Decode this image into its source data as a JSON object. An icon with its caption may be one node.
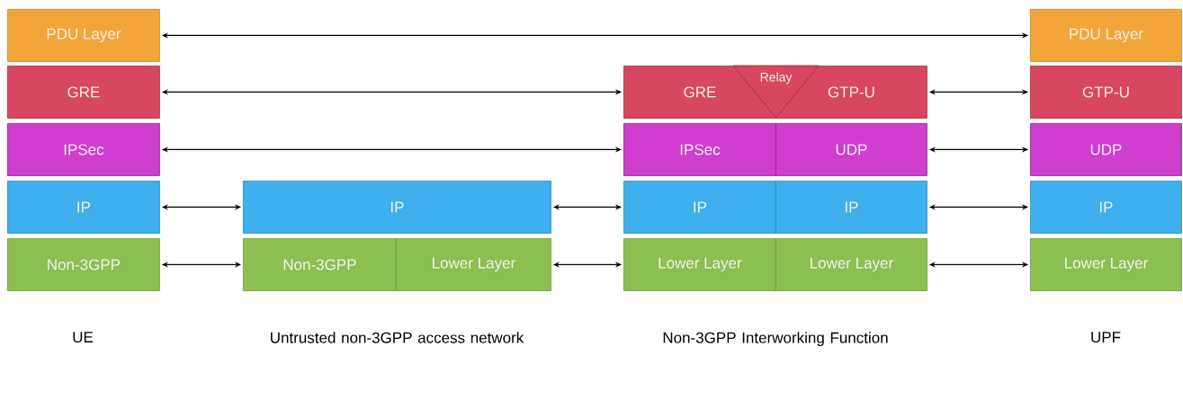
{
  "diagram": {
    "nodes": [
      {
        "text": [
          "PDU Layer"
        ]
      },
      {
        "text": [
          "GRE"
        ]
      },
      {
        "text": [
          "IPSec"
        ]
      },
      {
        "text": [
          "IP"
        ]
      },
      {
        "text": [
          "Non-3GPP"
        ]
      },
      {
        "text": [
          "IP"
        ]
      },
      {
        "text": [
          "Non-3GPP"
        ]
      },
      {
        "text": [
          "Lower Layer"
        ]
      },
      {
        "text": [
          "GRE"
        ]
      },
      {
        "text": [
          "GTP-U"
        ]
      },
      {
        "text": [
          "Relay"
        ]
      },
      {
        "text": [
          "IPSec"
        ]
      },
      {
        "text": [
          "UDP"
        ]
      },
      {
        "text": [
          "IP"
        ]
      },
      {
        "text": [
          "IP"
        ]
      },
      {
        "text": [
          "Lower Layer"
        ]
      },
      {
        "text": [
          "Lower Layer"
        ]
      },
      {
        "text": [
          "PDU Layer"
        ]
      },
      {
        "text": [
          "GTP-U"
        ]
      },
      {
        "text": [
          "UDP"
        ]
      },
      {
        "text": [
          "IP"
        ]
      },
      {
        "text": [
          "Lower Layer"
        ]
      }
    ],
    "edges": [
      {
        "from": 0,
        "to": 17,
        "arrow": "both"
      },
      {
        "from": 1,
        "to": 8,
        "arrow": "both"
      },
      {
        "from": 9,
        "to": 18,
        "arrow": "both"
      },
      {
        "from": 2,
        "to": 11,
        "arrow": "both"
      },
      {
        "from": 12,
        "to": 19,
        "arrow": "both"
      },
      {
        "from": 3,
        "to": 5,
        "arrow": "both"
      },
      {
        "from": 5,
        "to": 13,
        "arrow": "both"
      },
      {
        "from": 14,
        "to": 20,
        "arrow": "both"
      },
      {
        "from": 4,
        "to": 6,
        "arrow": "both"
      },
      {
        "from": 7,
        "to": 15,
        "arrow": "both"
      },
      {
        "from": 16,
        "to": 21,
        "arrow": "both"
      }
    ],
    "labels": [
      "UE",
      "Untrusted non-3GPP access network",
      "Non-3GPP Interworking Function",
      "UPF"
    ]
  }
}
